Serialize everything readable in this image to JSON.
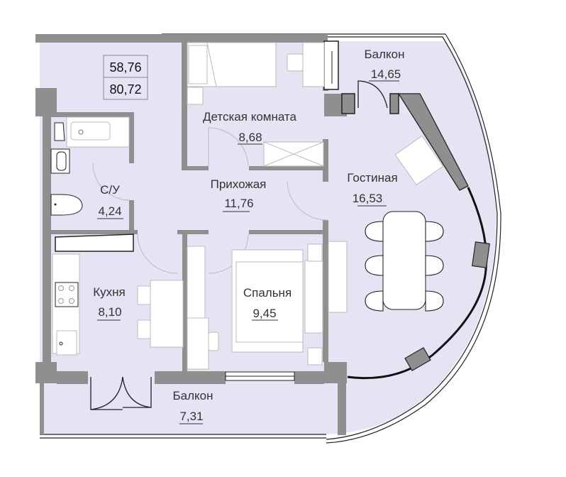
{
  "plan": {
    "total_area_box": {
      "living_area": "58,76",
      "total_area": "80,72"
    },
    "rooms": [
      {
        "id": "children-room",
        "label": "Детская комната",
        "area": "8,68"
      },
      {
        "id": "hallway",
        "label": "Прихожая",
        "area": "11,76"
      },
      {
        "id": "bathroom",
        "label": "С/У",
        "area": "4,24"
      },
      {
        "id": "living-room",
        "label": "Гостиная",
        "area": "16,53"
      },
      {
        "id": "kitchen",
        "label": "Кухня",
        "area": "8,10"
      },
      {
        "id": "bedroom",
        "label": "Спальня",
        "area": "9,45"
      },
      {
        "id": "balcony-top",
        "label": "Балкон",
        "area": "14,65"
      },
      {
        "id": "balcony-bottom",
        "label": "Балкон",
        "area": "7,31"
      }
    ]
  },
  "colors": {
    "floor": "#e6e3f5",
    "wall": "#8f8f8f",
    "wall_dark": "#555555",
    "furniture": "#ffffff",
    "outline": "#222222",
    "text": "#333333"
  }
}
